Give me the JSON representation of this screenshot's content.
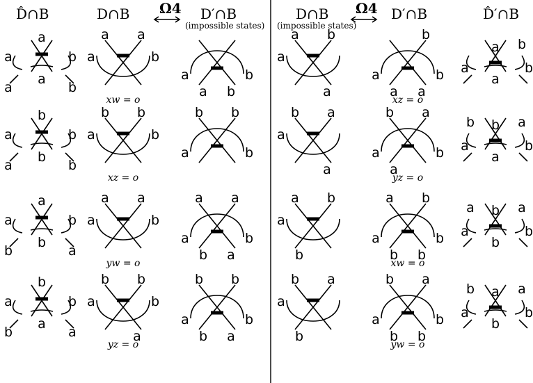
{
  "headers": {
    "left": {
      "col1": "D̂∩B",
      "col2": "D∩B",
      "move": "Ω4",
      "col3": "D′∩B",
      "col3_note": "(impossible states)"
    },
    "right": {
      "col4": "D∩B",
      "col4_note": "(impossible states)",
      "move": "Ω4",
      "col5": "D′∩B",
      "col6": "D̂′∩B"
    }
  },
  "rows": [
    {
      "c1": {
        "top": [
          "a"
        ],
        "left": "a",
        "right": "b",
        "arc": "a",
        "bl": "a",
        "br": "b"
      },
      "c2": {
        "tl": "a",
        "tr": "a",
        "left": "a",
        "right": "b",
        "bl": "",
        "br": ""
      },
      "c3": {
        "left": "a",
        "right": "b",
        "bl": "a",
        "br": "b"
      },
      "c2_eq": "xw = o",
      "c4": {
        "tl": "a",
        "tr": "b",
        "left": "a",
        "right": "",
        "bl": "",
        "br": "a"
      },
      "c5": {
        "tl": "",
        "tr": "b",
        "left": "a",
        "right": "b",
        "bl": "a",
        "br": "a"
      },
      "c5_eq": "xz = o",
      "c6": {
        "arc": "a",
        "tr": "b",
        "left": "a",
        "right": "b",
        "bl": "",
        "bm": "a"
      }
    },
    {
      "c1": {
        "top": [
          "b"
        ],
        "left": "a",
        "right": "b",
        "arc": "b",
        "bl": "a",
        "br": "b"
      },
      "c2": {
        "tl": "b",
        "tr": "b",
        "left": "a",
        "right": "b",
        "bl": "",
        "br": ""
      },
      "c2_eq": "xz = o",
      "c3": {
        "tl": "b",
        "tr": "b",
        "left": "a",
        "right": "b"
      },
      "c4": {
        "tl": "b",
        "tr": "a",
        "left": "a",
        "right": "",
        "bl": "",
        "br": "a"
      },
      "c5": {
        "tl": "b",
        "tr": "a",
        "left": "a",
        "right": "b",
        "bl": "a",
        "br": ""
      },
      "c5_eq": "yz = o",
      "c6": {
        "tl": "b",
        "arc": "b",
        "tr": "a",
        "left": "a",
        "right": "b",
        "bm": "a"
      }
    },
    {
      "c1": {
        "top": [
          "a"
        ],
        "left": "a",
        "right": "b",
        "arc": "b",
        "bl": "b",
        "br": "a"
      },
      "c2": {
        "tl": "a",
        "tr": "a",
        "left": "a",
        "right": "b",
        "bl": "",
        "br": ""
      },
      "c2_eq": "yw = o",
      "c3": {
        "tl": "a",
        "tr": "a",
        "left": "a",
        "right": "b",
        "bl": "b",
        "br": "a"
      },
      "c4": {
        "tl": "a",
        "tr": "b",
        "left": "a",
        "right": "",
        "bl": "b",
        "br": ""
      },
      "c5": {
        "tl": "a",
        "tr": "b",
        "left": "a",
        "right": "b",
        "bl": "b",
        "br": "b"
      },
      "c5_eq": "xw = o",
      "c6": {
        "tl": "a",
        "arc": "b",
        "tr": "a",
        "left": "a",
        "right": "b",
        "bm": "b"
      }
    },
    {
      "c1": {
        "top": [
          "b"
        ],
        "left": "a",
        "right": "b",
        "arc": "a",
        "bl": "b",
        "br": "a"
      },
      "c2": {
        "tl": "b",
        "tr": "b",
        "left": "a",
        "right": "b",
        "bl": "",
        "br": "a"
      },
      "c2_eq": "yz = o",
      "c3": {
        "tl": "b",
        "tr": "b",
        "left": "a",
        "right": "b",
        "bl": "b",
        "br": "a"
      },
      "c4": {
        "tl": "b",
        "tr": "a",
        "left": "a",
        "right": "",
        "bl": "b",
        "br": ""
      },
      "c5": {
        "tl": "b",
        "tr": "a",
        "left": "a",
        "right": "b",
        "bl": "b",
        "br": "b"
      },
      "c5_eq": "yw = o",
      "c6": {
        "tl": "b",
        "arc": "a",
        "tr": "a",
        "left": "a",
        "right": "b",
        "bm": "b"
      }
    }
  ]
}
